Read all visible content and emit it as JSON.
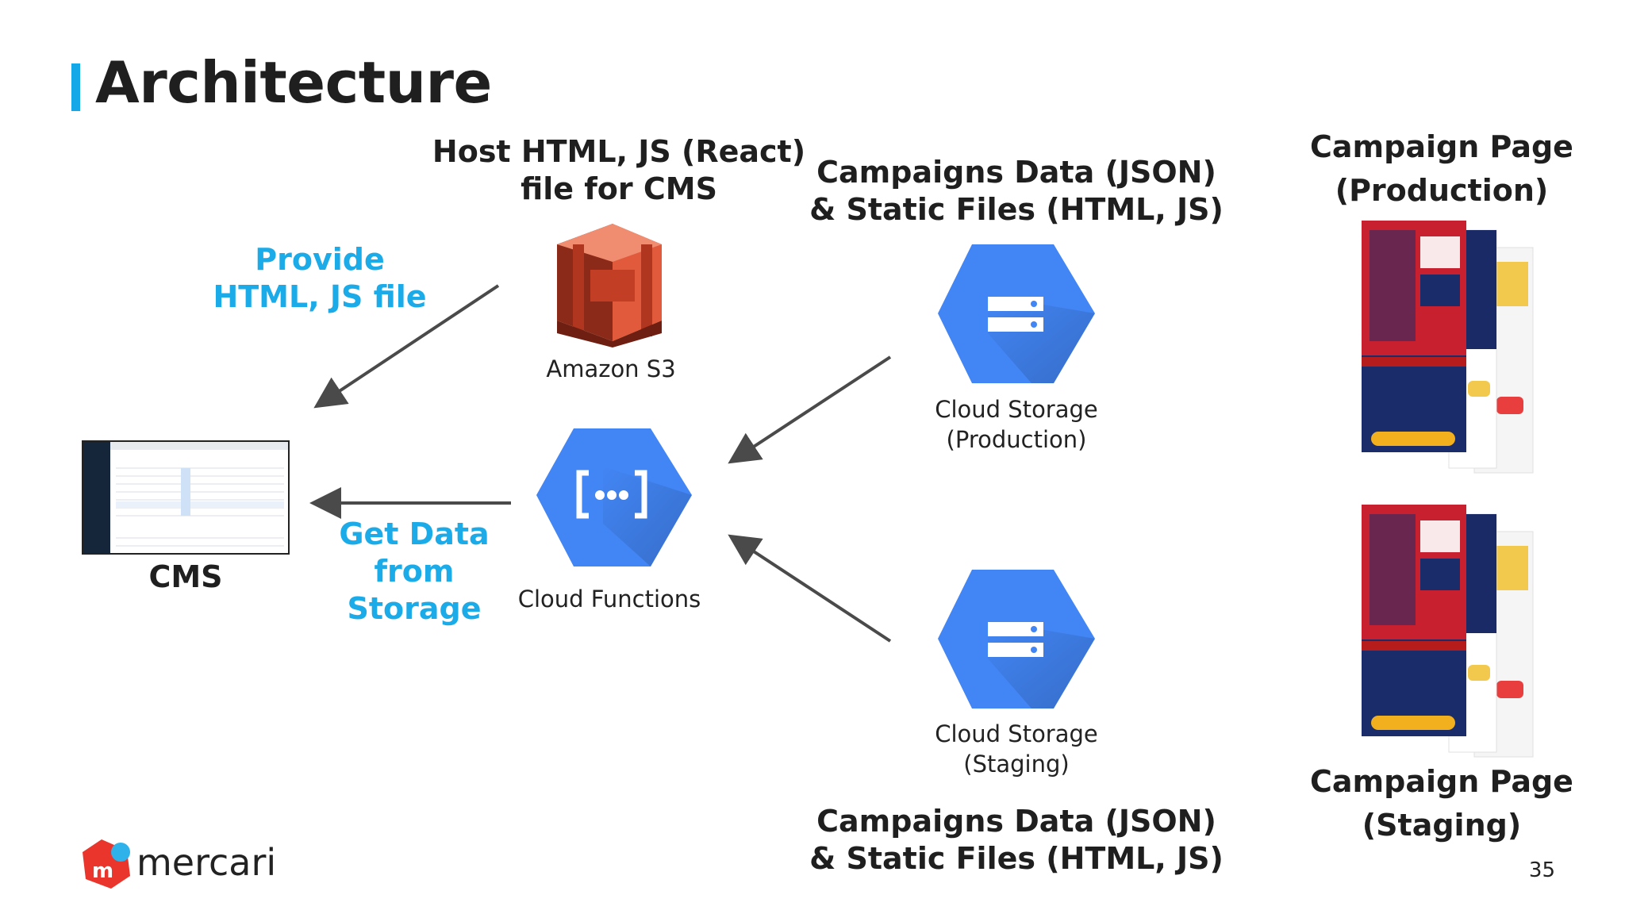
{
  "slide": {
    "title": "Architecture",
    "page_number": "35",
    "brand": "mercari",
    "brand_icon_letter": "m"
  },
  "labels": {
    "s3_heading_line1": "Host HTML, JS (React)",
    "s3_heading_line2": "file for CMS",
    "s3_name": "Amazon S3",
    "provide_line1": "Provide",
    "provide_line2": "HTML, JS file",
    "get_line1": "Get Data",
    "get_line2": "from",
    "get_line3": "Storage",
    "cms_name": "CMS",
    "functions_name": "Cloud Functions",
    "prod_storage_heading_line1": "Campaigns Data (JSON)",
    "prod_storage_heading_line2": "& Static Files (HTML, JS)",
    "prod_storage_line1": "Cloud Storage",
    "prod_storage_line2": "(Production)",
    "stg_storage_line1": "Cloud Storage",
    "stg_storage_line2": "(Staging)",
    "stg_storage_heading_line1": "Campaigns Data (JSON)",
    "stg_storage_heading_line2": "& Static Files (HTML, JS)",
    "campaign_prod_line1": "Campaign Page",
    "campaign_prod_line2": "(Production)",
    "campaign_stg_line1": "Campaign Page",
    "campaign_stg_line2": "(Staging)"
  },
  "colors": {
    "accent_blue": "#1aabe8",
    "gcp_blue": "#4285f4",
    "aws_red": "#d9472b",
    "arrow": "#4a4a4a",
    "brand_red": "#ea352d"
  },
  "icons": [
    "amazon-s3-icon",
    "cloud-functions-icon",
    "cloud-storage-icon",
    "cms-screenshot",
    "campaign-page-thumbnail",
    "mercari-logo-icon"
  ]
}
